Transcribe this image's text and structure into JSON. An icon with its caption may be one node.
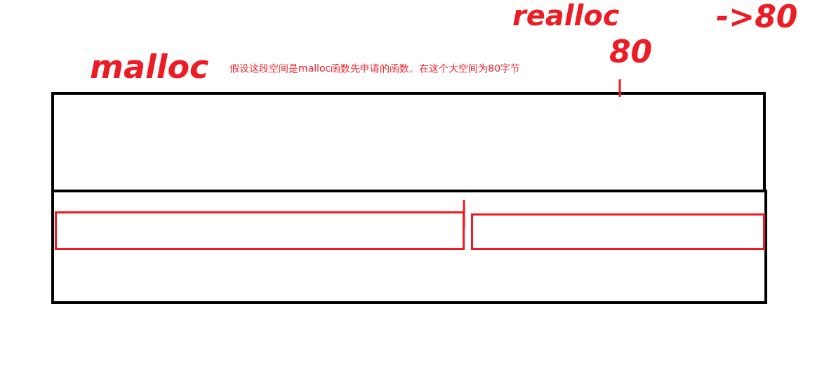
{
  "diagram": {
    "nodes": [
      {
        "text": [],
        "shape": "box"
      },
      {
        "text": [],
        "shape": "box"
      },
      {
        "text": [],
        "shape": "box",
        "in": 1
      },
      {
        "text": [],
        "shape": "box",
        "in": 1
      }
    ],
    "labels": [
      "realloc",
      "->80",
      "malloc",
      "假设这段空间是malloc函数先申请的函数。在这个大空间为80字节",
      "80"
    ]
  }
}
